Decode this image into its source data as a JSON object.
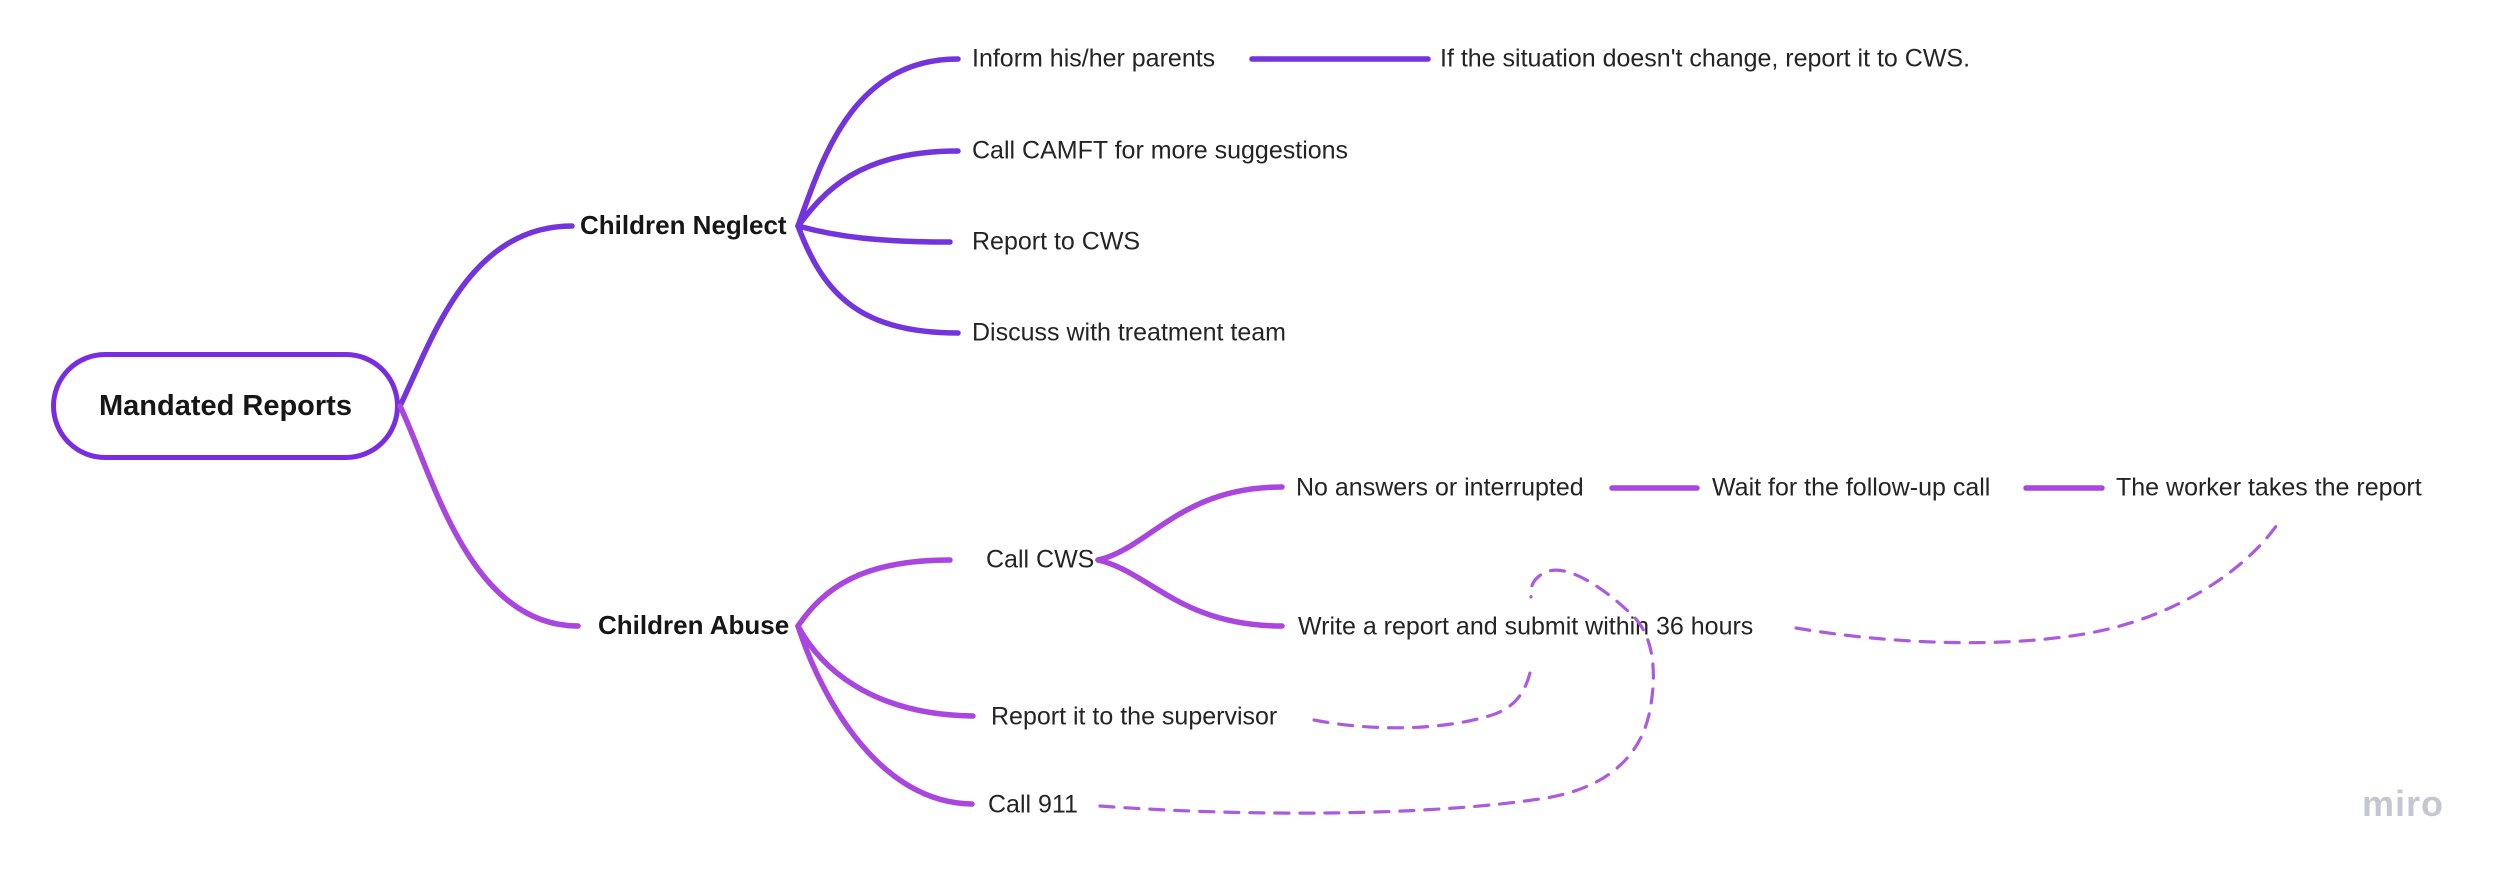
{
  "watermark": {
    "label": "miro"
  },
  "colors": {
    "bg": "#ffffff",
    "branch-neglect": "#7434dc",
    "branch-abuse": "#a846dd",
    "root-border": "#7a2de0",
    "link-dashed": "#ab5cdd",
    "text": "#242424",
    "text-bold": "#161616",
    "watermark": "#c5c7d0"
  },
  "mindmap": {
    "root": "Mandated Reports",
    "branches": [
      {
        "label": "Children Neglect",
        "children": [
          {
            "label": "Inform his/her parents",
            "children": [
              {
                "label": "If the situation doesn't change, report it to CWS."
              }
            ]
          },
          {
            "label": "Call CAMFT for more suggestions"
          },
          {
            "label": "Report to CWS"
          },
          {
            "label": "Discuss with treatment team"
          }
        ]
      },
      {
        "label": "Children Abuse",
        "children": [
          {
            "label": "Call CWS",
            "children": [
              {
                "label": "No answers or interrupted",
                "children": [
                  {
                    "label": "Wait for the follow-up call",
                    "children": [
                      {
                        "label": "The worker takes the report"
                      }
                    ]
                  }
                ]
              },
              {
                "label": "Write a report and submit within 36 hours"
              }
            ]
          },
          {
            "label": "Report it to the supervisor"
          },
          {
            "label": "Call 911"
          }
        ]
      }
    ]
  }
}
